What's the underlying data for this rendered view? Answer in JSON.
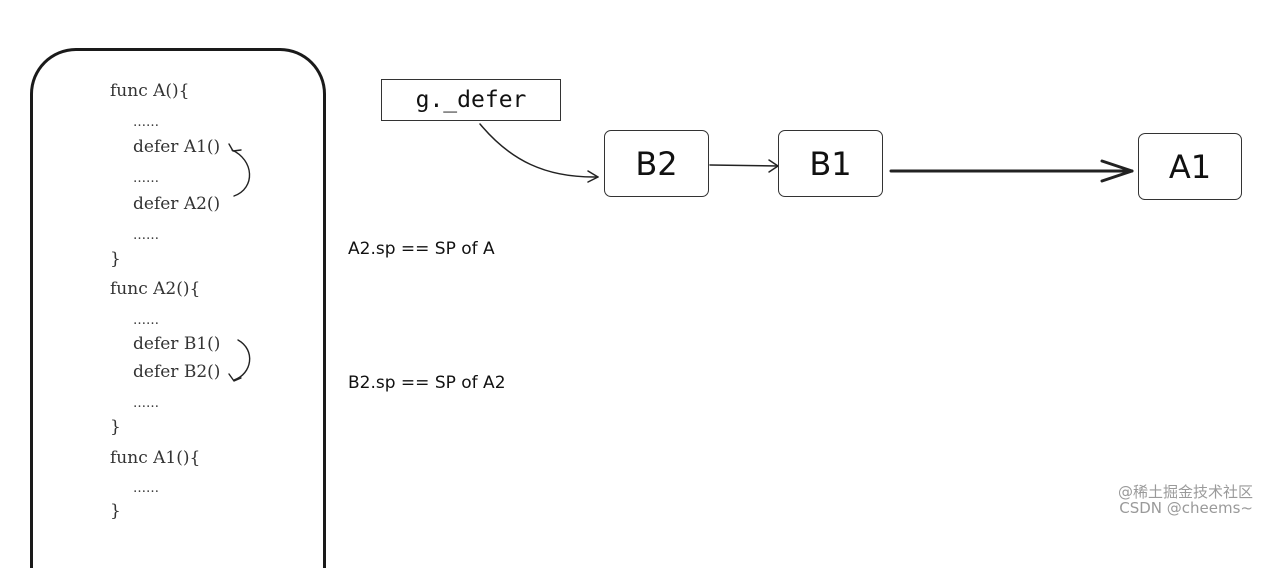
{
  "code": {
    "lines": [
      {
        "text": "func A(){"
      },
      {
        "text": "……"
      },
      {
        "text": "defer A1()"
      },
      {
        "text": "……"
      },
      {
        "text": "defer A2()"
      },
      {
        "text": "……"
      },
      {
        "text": "}"
      },
      {
        "text": "func A2(){"
      },
      {
        "text": "……"
      },
      {
        "text": "defer B1()"
      },
      {
        "text": "defer B2()"
      },
      {
        "text": "……"
      },
      {
        "text": "}"
      },
      {
        "text": "func A1(){"
      },
      {
        "text": "……"
      },
      {
        "text": "}"
      }
    ]
  },
  "defer_head": {
    "label": "g._defer"
  },
  "chain": {
    "nodes": [
      {
        "id": "B2",
        "label": "B2"
      },
      {
        "id": "B1",
        "label": "B1"
      },
      {
        "id": "A1",
        "label": "A1"
      }
    ]
  },
  "notes": {
    "a2": "A2.sp == SP of A",
    "b2": "B2.sp == SP of A2"
  },
  "watermark": {
    "line1": "@稀土掘金技术社区",
    "line2": "CSDN @cheems~"
  }
}
